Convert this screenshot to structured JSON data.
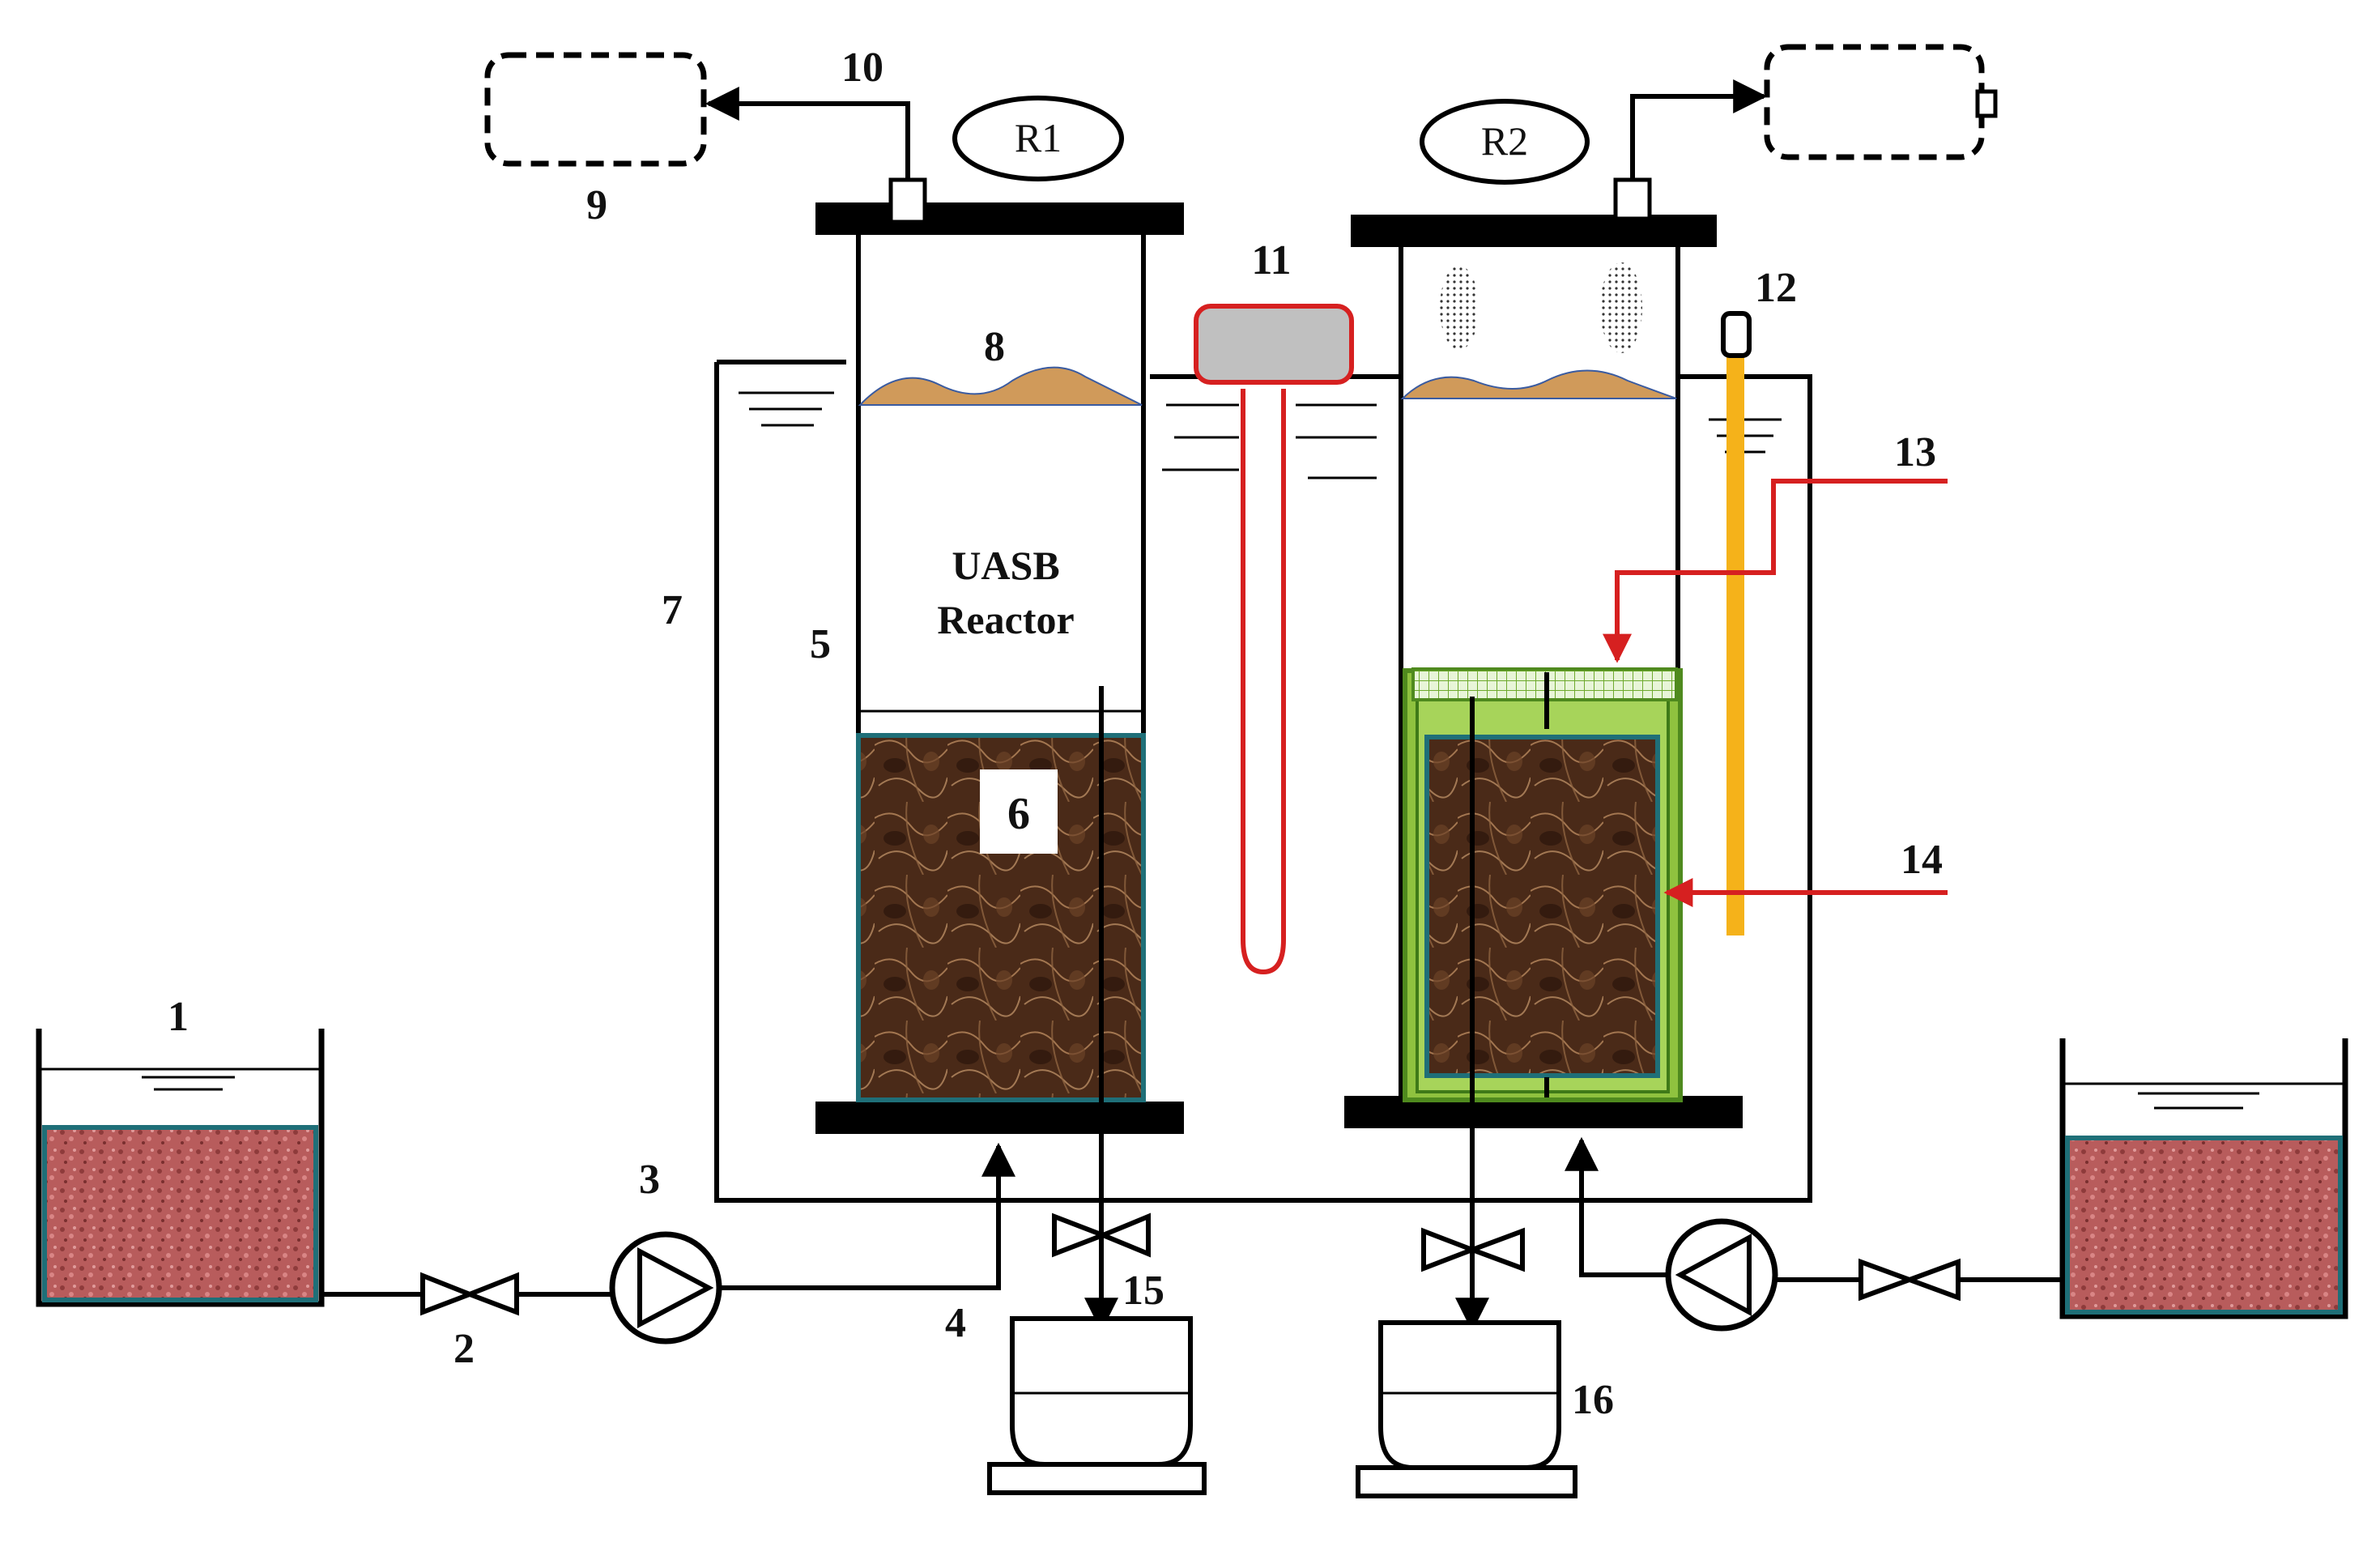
{
  "reactor_labels": {
    "r1": "R1",
    "r2": "R2"
  },
  "reactor_caption": {
    "line1": "UASB",
    "line2": "Reactor"
  },
  "callouts": {
    "c1": "1",
    "c2": "2",
    "c3": "3",
    "c4": "4",
    "c5": "5",
    "c6": "6",
    "c7": "7",
    "c8": "8",
    "c9": "9",
    "c10": "10",
    "c11": "11",
    "c12": "12",
    "c13": "13",
    "c14": "14",
    "c15": "15",
    "c16": "16"
  },
  "colors": {
    "line": "#000000",
    "feed_fill": "#b85c5c",
    "sludge_fill": "#4a2a18",
    "sludge_border": "#1f6f78",
    "scum": "#d09a5a",
    "heater_red": "#d62020",
    "heater_cap": "#c0c0c0",
    "probe_orange": "#f5b21a",
    "mesh_green": "#6faa2e"
  }
}
